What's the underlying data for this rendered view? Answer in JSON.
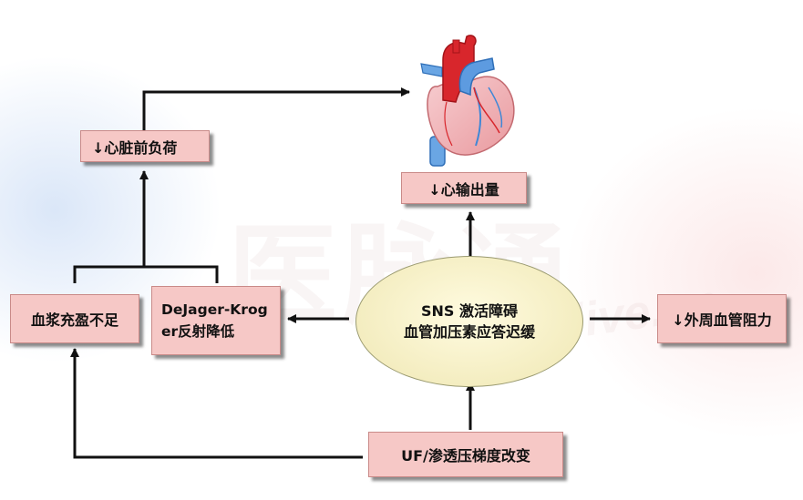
{
  "watermark": {
    "logo_text": "医脉通",
    "site_text": "medlive.cn"
  },
  "nodes": {
    "cardiac_preload": "↓心脏前负荷",
    "cardiac_output": "↓心输出量",
    "plasma_refill": "血浆充盈不足",
    "dejager_line1": "DeJager-Krog",
    "dejager_line2": "er反射降低",
    "sns_line1": "SNS 激活障碍",
    "sns_line2": "血管加压素应答迟缓",
    "peripheral_resistance": "↓外周血管阻力",
    "uf_gradient": "UF/渗透压梯度改变"
  },
  "colors": {
    "box_fill": "#f6c8c6",
    "box_border": "#c98a88",
    "ellipse_fill": "#f6efc6",
    "arrow": "#111111",
    "heart_red": "#d8262c",
    "heart_pink": "#f2b6b8",
    "vessel_blue": "#3f87d6"
  },
  "icons": {
    "heart": "anatomical-heart-icon"
  }
}
